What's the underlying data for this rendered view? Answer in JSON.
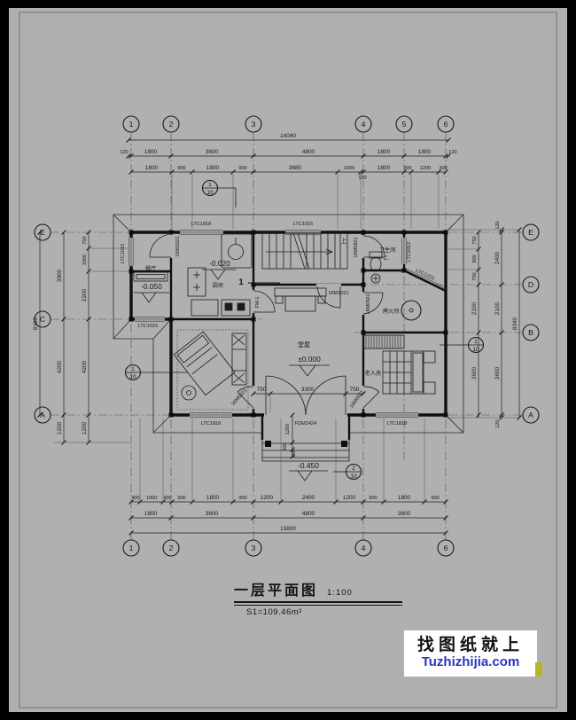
{
  "page": {
    "paper_color": "#b0b0b0",
    "frame_color": "#000000",
    "line_color": "#1a1a1a"
  },
  "title_block": {
    "title": "一层平面图",
    "scale": "1:100",
    "area": "S1=109.46m²"
  },
  "watermark": {
    "line1": "找图纸就上",
    "line2": "Tuzhizhijia.com",
    "text_color": "#111111",
    "link_color": "#2a35c0",
    "accent_color": "#b5b52a",
    "bg": "#ffffff"
  },
  "grid_bubbles": {
    "top": [
      "1",
      "2",
      "3",
      "4",
      "5",
      "6"
    ],
    "bottom": [
      "1",
      "2",
      "3",
      "4",
      "6"
    ],
    "left": [
      "E",
      "C",
      "A"
    ],
    "right": [
      "E",
      "D",
      "B",
      "A"
    ]
  },
  "dimensions": {
    "top": {
      "overall": "14040",
      "row2": [
        "120",
        "1800",
        "3600",
        "4800",
        "1800",
        "1800",
        "120"
      ],
      "row3": [
        "1800",
        "900",
        "1800",
        "900",
        "3680",
        "1000",
        "1800",
        "300",
        "1200",
        "300"
      ],
      "row3_sub": "120"
    },
    "bottom": {
      "row1": [
        "400",
        "1000",
        "400",
        "900",
        "1800",
        "900",
        "1200",
        "2400",
        "1200",
        "900",
        "1800",
        "900"
      ],
      "row2": [
        "1800",
        "3600",
        "4800",
        "3600"
      ],
      "overall": "13800"
    },
    "left": {
      "overall": "8100",
      "mid": [
        "3900",
        "4200",
        "1200"
      ],
      "inner": [
        "700",
        "1000",
        "2200",
        "4200",
        "1200"
      ]
    },
    "right": {
      "overall": "8340",
      "outer": [
        "120",
        "2400",
        "2100",
        "3600",
        "120"
      ],
      "inner": [
        "750",
        "900",
        "750",
        "2100",
        "3600"
      ]
    },
    "hall": [
      "750",
      "3300",
      "750"
    ],
    "porch": {
      "depth": "1200",
      "step1": "300",
      "step2": "300"
    }
  },
  "levels": {
    "kitchen": "-0.020",
    "dining": "-0.050",
    "hall": "±0.000",
    "porch": "-0.450"
  },
  "rooms": {
    "kitchen": "厨房",
    "dining": "餐厅",
    "hall": "堂屋",
    "fire_room": "烤火间",
    "elder_room": "老人房",
    "bathroom": "卫生间",
    "bathroom_mark": "C.",
    "stair_up": "上",
    "section_mark": "1"
  },
  "openings": {
    "w1818": "LTC1818",
    "w1015": "LTC1015",
    "w0912": "LTC0912",
    "w1215": "LTC1215",
    "entry_door": "FDM2424",
    "door_1021": "16M1021",
    "door_0821": "16M0821",
    "door_0921": "16M0921",
    "door_fm1": "FM-1"
  },
  "details": {
    "n1": "1",
    "n2": "2",
    "den": "10"
  }
}
